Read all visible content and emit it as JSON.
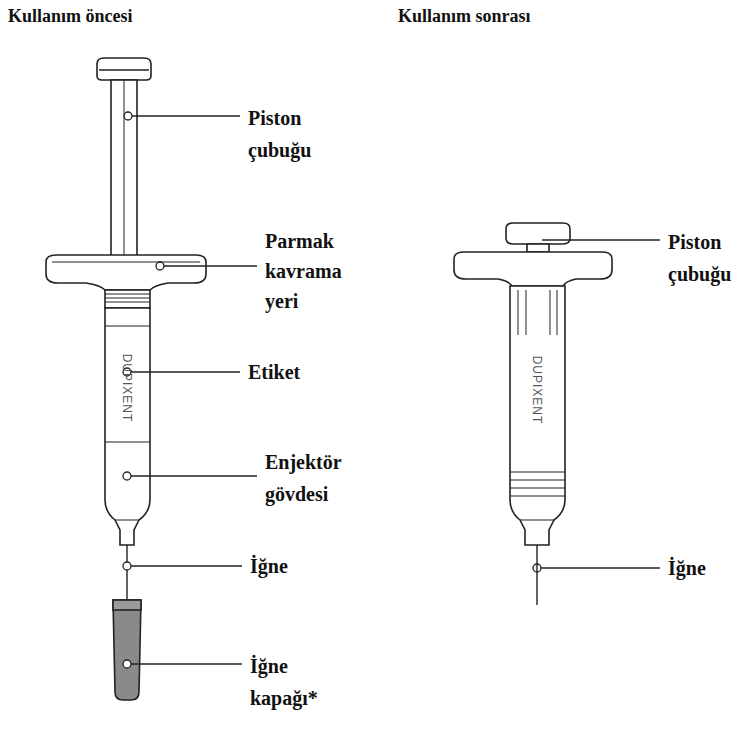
{
  "diagram": {
    "labels": [
      "Kullanım öncesi",
      "Kullanım sonrası",
      "Piston çubuğu",
      "Parmak kavrama yeri",
      "Etiket",
      "Enjektör gövdesi",
      "İğne",
      "İğne kapağı*",
      "DUPIXENT",
      "Piston çubuğu",
      "DUPIXENT",
      "İğne"
    ]
  }
}
